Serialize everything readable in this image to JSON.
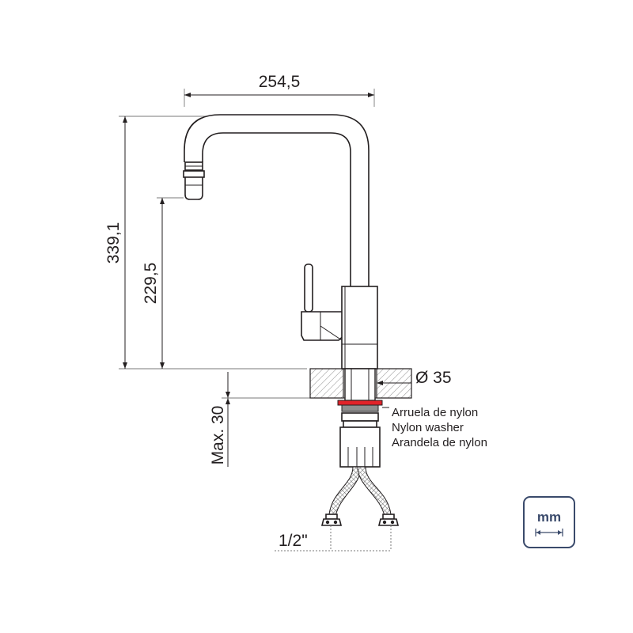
{
  "dimensions": {
    "width": "254,5",
    "total_height": "339,1",
    "spout_height": "229,5",
    "max_thickness": "Max. 30",
    "hole_diameter": "Ø 35",
    "hose_thread": "1/2\""
  },
  "washer_labels": [
    "Arruela de nylon",
    "Nylon washer",
    "Arandela de nylon"
  ],
  "unit_badge": {
    "label": "mm"
  },
  "colors": {
    "line": "#231f20",
    "washer_accent": "#e2232a",
    "unit_badge": "#3a4a6b"
  }
}
